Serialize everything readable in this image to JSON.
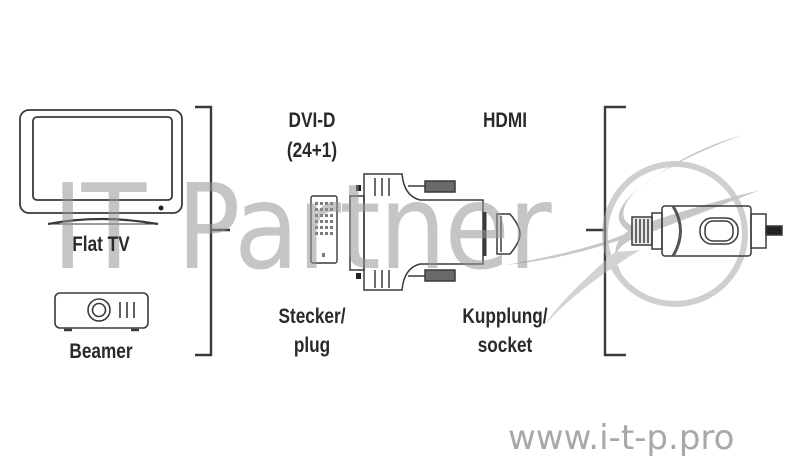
{
  "diagram": {
    "title": "DVI-D to HDMI adapter connection diagram",
    "devices": [
      {
        "id": "flat-tv",
        "label": "Flat TV"
      },
      {
        "id": "beamer",
        "label": "Beamer"
      }
    ],
    "connectors": {
      "dvi": {
        "line1": "DVI-D",
        "line2": "(24+1)",
        "role_line1": "Stecker/",
        "role_line2": "plug"
      },
      "hdmi": {
        "line1": "HDMI",
        "role_line1": "Kupplung/",
        "role_line2": "socket"
      }
    }
  },
  "watermark": {
    "brand_text": "IT Partner",
    "url": "www.i-t-p.pro"
  },
  "colors": {
    "line": "#3a3a3a",
    "text": "#2a2a2a",
    "watermark": "#b4b4b4",
    "background": "#ffffff"
  }
}
